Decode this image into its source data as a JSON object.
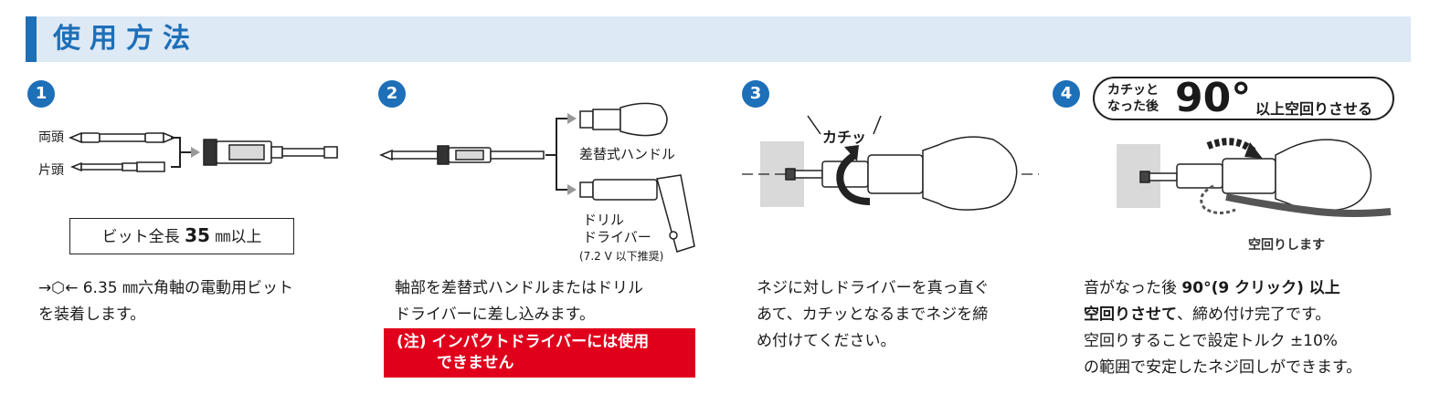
{
  "header": {
    "title": "使用方法"
  },
  "steps": [
    {
      "number": "1",
      "labels": {
        "double": "両頭",
        "single": "片頭"
      },
      "bit_box": {
        "prefix": "ビット全長 ",
        "value": "35",
        "suffix": " ㎜以上"
      },
      "description": [
        "→⬡← 6.35 ㎜六角軸の電動用ビット",
        "を装着します。"
      ]
    },
    {
      "number": "2",
      "labels": {
        "handle": "差替式ハンドル",
        "drill_1": "ドリル",
        "drill_2": "ドライバー",
        "drill_note": "(7.2 V 以下推奨)"
      },
      "description": [
        "軸部を差替式ハンドルまたはドリル",
        "ドライバーに差し込みます。"
      ],
      "warning": [
        "(注) インパクトドライバーには使用",
        "できません"
      ]
    },
    {
      "number": "3",
      "labels": {
        "click": "カチッ"
      },
      "description": [
        "ネジに対しドライバーを真っ直ぐ",
        "あて、カチッとなるまでネジを締",
        "め付けてください。"
      ]
    },
    {
      "number": "4",
      "bubble": {
        "line1": "カチッと",
        "line2": "なった後",
        "degree": "90°",
        "tail": "以上空回りさせる"
      },
      "labels": {
        "idle": "空回りします"
      },
      "description_line1_normal": "音がなった後 ",
      "description_line1_bold": "90°(9 クリック) 以上",
      "description_line2_bold": "空回りさせて",
      "description_line2_normal": "、締め付け完了です。",
      "description_rest": [
        "空回りすることで設定トルク ±10%",
        "の範囲で安定したネジ回しができます。"
      ]
    }
  ],
  "colors": {
    "accent": "#1d6fb8",
    "header_bg": "#dde9f5",
    "warning": "#e0001b"
  }
}
